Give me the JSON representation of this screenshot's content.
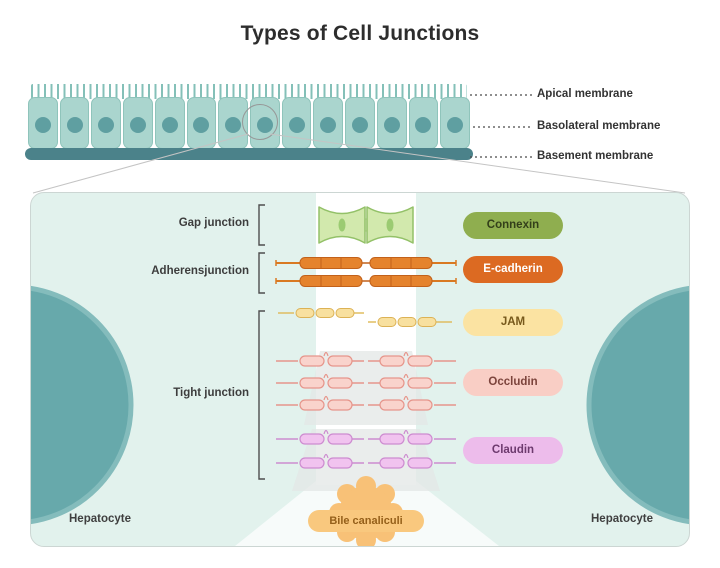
{
  "title": "Types of Cell Junctions",
  "membrane_labels": {
    "apical": "Apical membrane",
    "basolateral": "Basolateral membrane",
    "basement": "Basement membrane"
  },
  "junctions": {
    "gap": "Gap junction",
    "adherens": "Adherensjunction",
    "tight": "Tight junction"
  },
  "legend": [
    {
      "label": "Connexin",
      "bg": "#8fae4f",
      "fg": "#333f1a"
    },
    {
      "label": "E-cadherin",
      "bg": "#dc6a22",
      "fg": "#ffffff"
    },
    {
      "label": "JAM",
      "bg": "#fbe3a2",
      "fg": "#77591c"
    },
    {
      "label": "Occludin",
      "bg": "#f9cec5",
      "fg": "#7c443c"
    },
    {
      "label": "Claudin",
      "bg": "#edbceb",
      "fg": "#6d3a6e"
    }
  ],
  "panel": {
    "left_cell": "Hepatocyte",
    "right_cell": "Hepatocyte",
    "duct": {
      "label": "Bile canaliculi",
      "bg": "#f9c87e",
      "fg": "#95601a"
    }
  },
  "colors": {
    "panel_bg": "#e2f2ed",
    "epithelial_cell": "#aad5ce",
    "hepatocyte": "#67a9ab",
    "basement_membrane": "#4b828a",
    "connexin_shape": "#d2e9ad",
    "ecadherin_shape": "#e5832d",
    "jam_shape": "#f8e09f",
    "occludin_shape": "#f9d3cc",
    "claudin_shape": "#f1c3ef",
    "bile_gear": "#f8c177"
  }
}
